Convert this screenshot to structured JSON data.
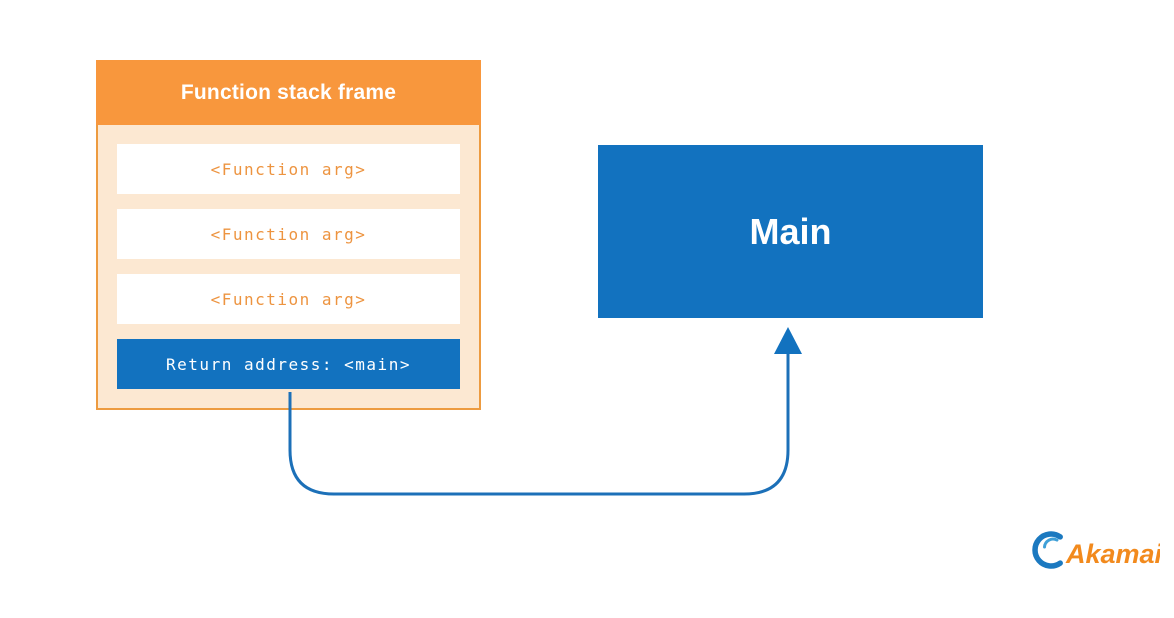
{
  "stack_frame": {
    "title": "Function stack frame",
    "rows": [
      {
        "label": "<Function arg>",
        "type": "arg"
      },
      {
        "label": "<Function arg>",
        "type": "arg"
      },
      {
        "label": "<Function arg>",
        "type": "arg"
      },
      {
        "label": "Return address: <main>",
        "type": "return"
      }
    ]
  },
  "main_box": {
    "label": "Main"
  },
  "logo": {
    "text": "Akamai"
  },
  "icons": {
    "arrow": "return-address-to-main-arrow",
    "swoosh": "akamai-swoosh-icon"
  },
  "colors": {
    "header_orange": "#F8973D",
    "body_peach": "#FCE8D2",
    "border_orange": "#ED9B40",
    "arg_text_orange": "#ED9440",
    "blue": "#1272BF",
    "arrow_blue": "#1C70B8",
    "logo_text_orange": "#F28A1D",
    "logo_swoosh_blue": "#1B79C0",
    "logo_swoosh_light_blue": "#3FA0D8"
  }
}
